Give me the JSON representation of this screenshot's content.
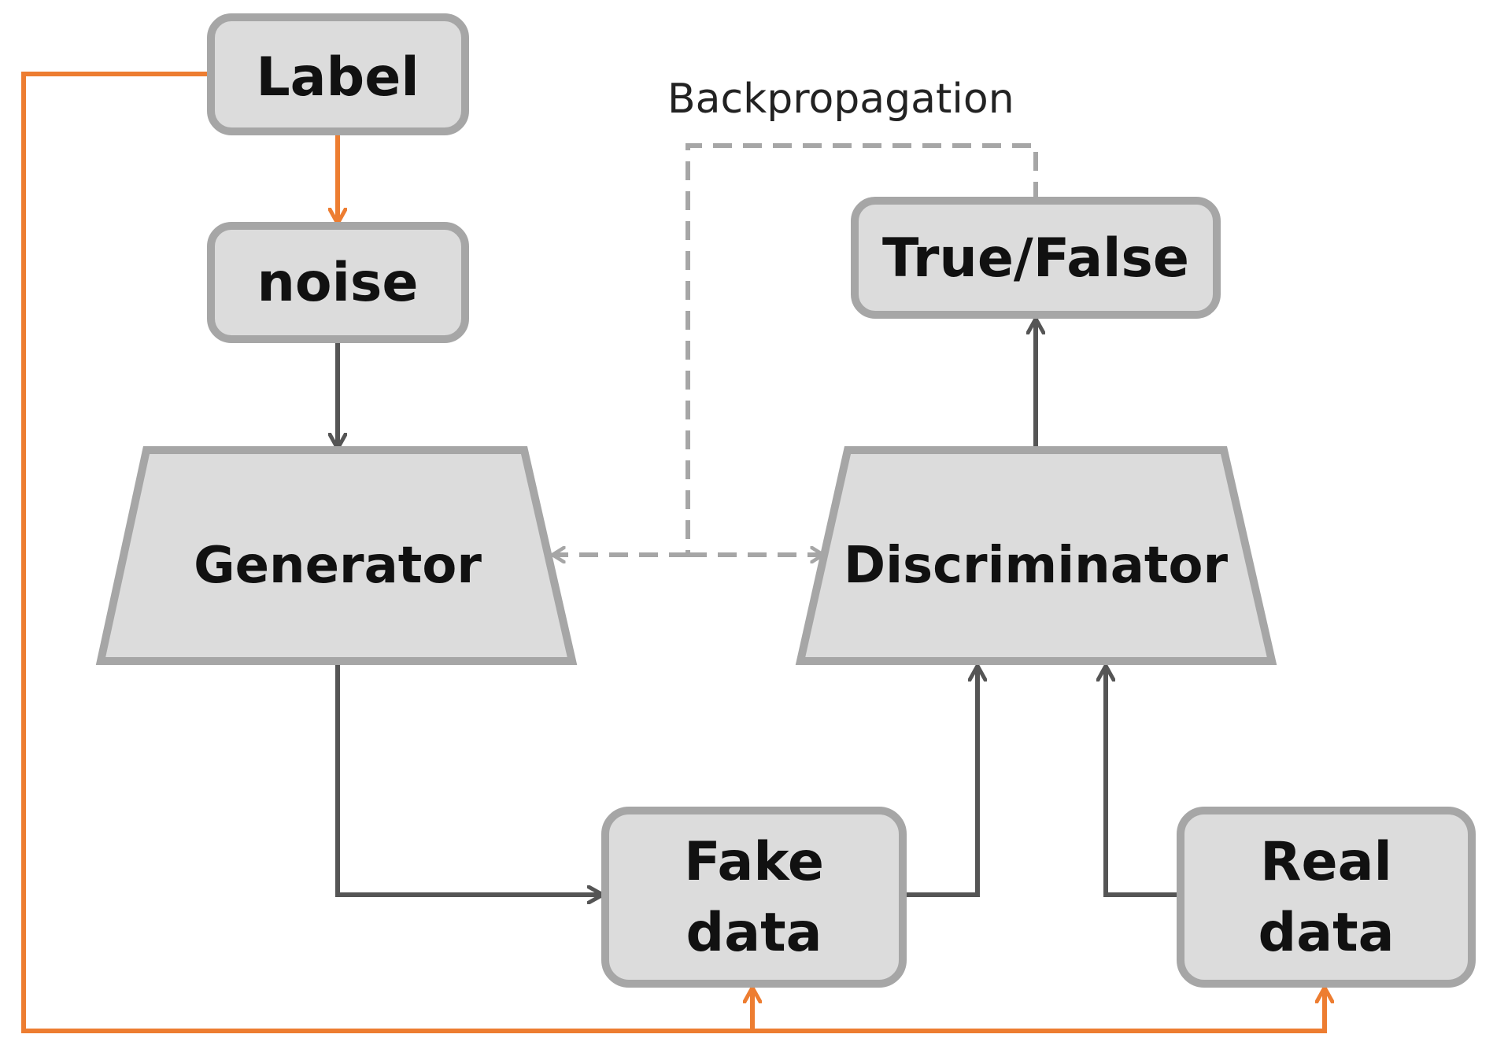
{
  "nodes": {
    "label": "Label",
    "noise": "noise",
    "generator": "Generator",
    "discriminator": "Discriminator",
    "true_false": "True/False",
    "fake_data_line1": "Fake",
    "fake_data_line2": "data",
    "real_data_line1": "Real",
    "real_data_line2": "data"
  },
  "annotations": {
    "backpropagation": "Backpropagation"
  },
  "colors": {
    "box_fill": "#dcdcdc",
    "box_stroke": "#a6a6a6",
    "arrow_dark": "#555555",
    "arrow_orange": "#ed7d31",
    "dashed_gray": "#a6a6a6",
    "text": "#111111"
  }
}
